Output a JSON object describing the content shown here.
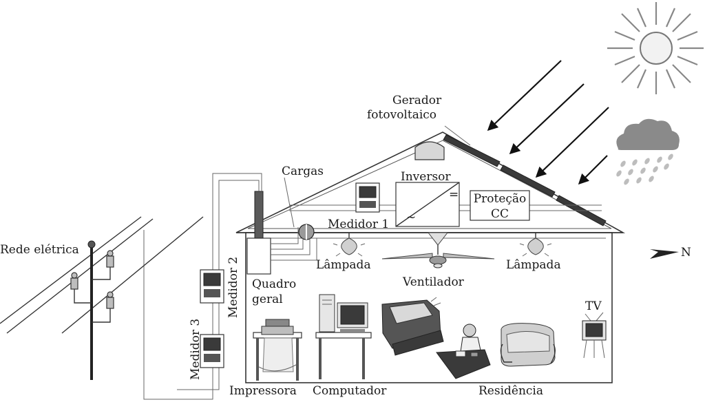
{
  "labels": {
    "gerador_line1": "Gerador",
    "gerador_line2": "fotovoltaico",
    "cargas": "Cargas",
    "inversor": "Inversor",
    "inversor_dc_symbol": "=",
    "inversor_ac_symbol": "~",
    "protecao_line1": "Proteção",
    "protecao_line2": "CC",
    "medidor1": "Medidor 1",
    "medidor2": "Medidor 2",
    "medidor3": "Medidor 3",
    "rede_eletrica": "Rede elétrica",
    "lampada_left": "Lâmpada",
    "lampada_right": "Lâmpada",
    "ventilador": "Ventilador",
    "quadro_line1": "Quadro",
    "quadro_line2": "geral",
    "tv": "TV",
    "impressora": "Impressora",
    "computador": "Computador",
    "residencia": "Residência",
    "north": "N"
  }
}
